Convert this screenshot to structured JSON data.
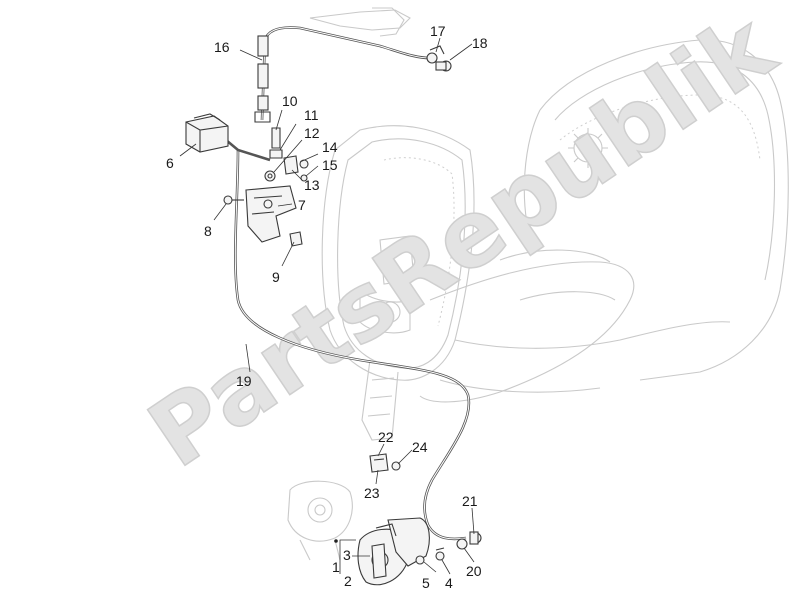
{
  "watermark": {
    "text": "PartsRepublik"
  },
  "callouts": [
    {
      "id": "1",
      "label": "1"
    },
    {
      "id": "2",
      "label": "2"
    },
    {
      "id": "3",
      "label": "3"
    },
    {
      "id": "4",
      "label": "4"
    },
    {
      "id": "5",
      "label": "5"
    },
    {
      "id": "6",
      "label": "6"
    },
    {
      "id": "7",
      "label": "7"
    },
    {
      "id": "8",
      "label": "8"
    },
    {
      "id": "9",
      "label": "9"
    },
    {
      "id": "10",
      "label": "10"
    },
    {
      "id": "11",
      "label": "11"
    },
    {
      "id": "12",
      "label": "12"
    },
    {
      "id": "13",
      "label": "13"
    },
    {
      "id": "14",
      "label": "14"
    },
    {
      "id": "15",
      "label": "15"
    },
    {
      "id": "16",
      "label": "16"
    },
    {
      "id": "17",
      "label": "17"
    },
    {
      "id": "18",
      "label": "18"
    },
    {
      "id": "19",
      "label": "19"
    },
    {
      "id": "20",
      "label": "20"
    },
    {
      "id": "21",
      "label": "21"
    },
    {
      "id": "22",
      "label": "22"
    },
    {
      "id": "23",
      "label": "23"
    },
    {
      "id": "24",
      "label": "24"
    }
  ]
}
